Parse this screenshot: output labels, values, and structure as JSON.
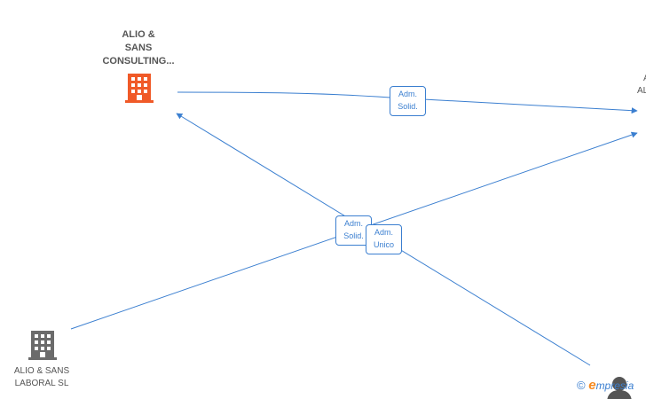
{
  "nodes": {
    "consulting": {
      "lines": [
        "ALIO &",
        "SANS",
        "CONSULTING..."
      ],
      "icon": "building-icon",
      "color": "#f05a28"
    },
    "laboral": {
      "lines": [
        "ALIO & SANS",
        "LABORAL SL"
      ],
      "icon": "building-icon",
      "color": "#6b6b6b"
    },
    "offscreen_right": {
      "lines": [
        "A",
        "AL"
      ]
    },
    "person": {
      "icon": "person-icon",
      "color": "#555555"
    }
  },
  "edges": {
    "top": {
      "lines": [
        "Adm.",
        "Solid."
      ]
    },
    "middle_a": {
      "lines": [
        "Adm.",
        "Solid."
      ]
    },
    "middle_b": {
      "lines": [
        "Adm.",
        "Unico"
      ]
    }
  },
  "footer": {
    "copyright": "©",
    "brand_e": "e",
    "brand_rest": "mpresia"
  },
  "colors": {
    "edge": "#3b7fd0"
  }
}
